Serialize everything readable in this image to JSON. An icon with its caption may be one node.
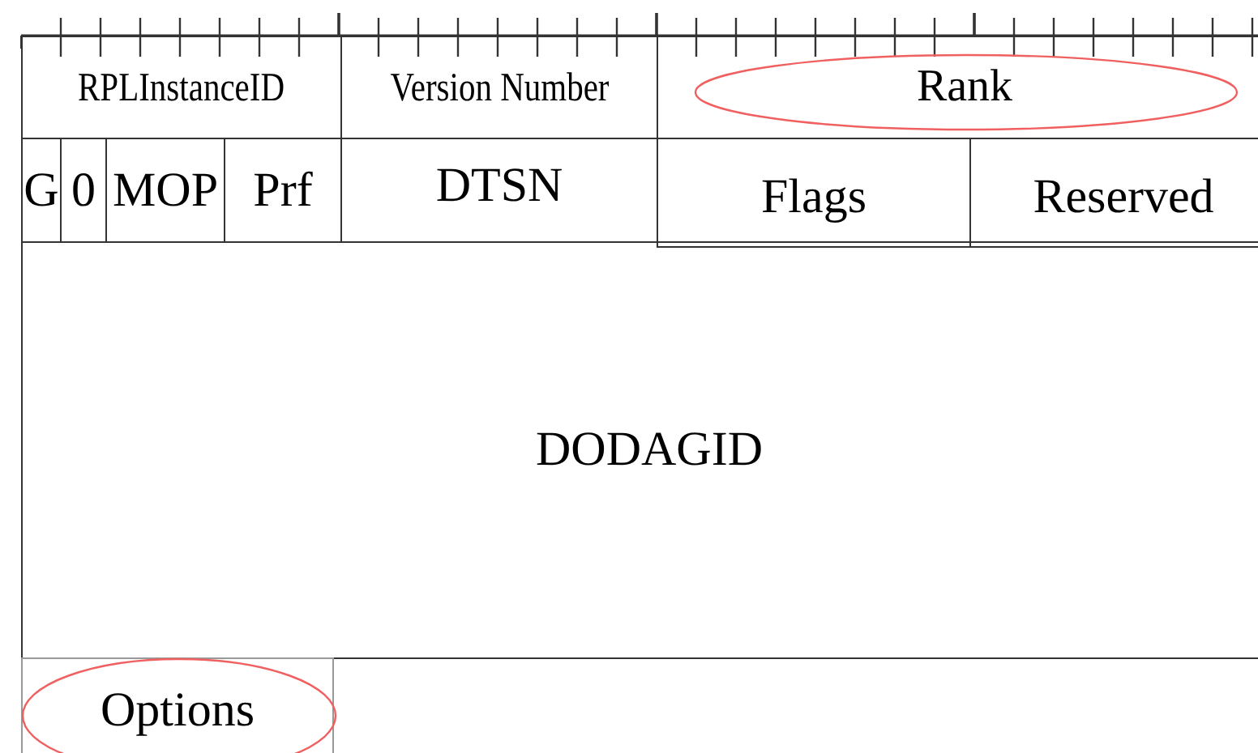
{
  "diagram": {
    "nodes": [
      {
        "text": [
          "RPLInstanceID"
        ]
      },
      {
        "text": [
          "Version Number"
        ]
      },
      {
        "text": [
          "Rank"
        ]
      },
      {
        "text": [
          "G"
        ]
      },
      {
        "text": [
          "0"
        ]
      },
      {
        "text": [
          "MOP"
        ]
      },
      {
        "text": [
          "Prf"
        ]
      },
      {
        "text": [
          "DTSN"
        ]
      },
      {
        "text": [
          "Flags"
        ]
      },
      {
        "text": [
          "Reserved"
        ]
      },
      {
        "text": [
          "DODAGID"
        ]
      },
      {
        "text": [
          "Options"
        ]
      }
    ]
  }
}
